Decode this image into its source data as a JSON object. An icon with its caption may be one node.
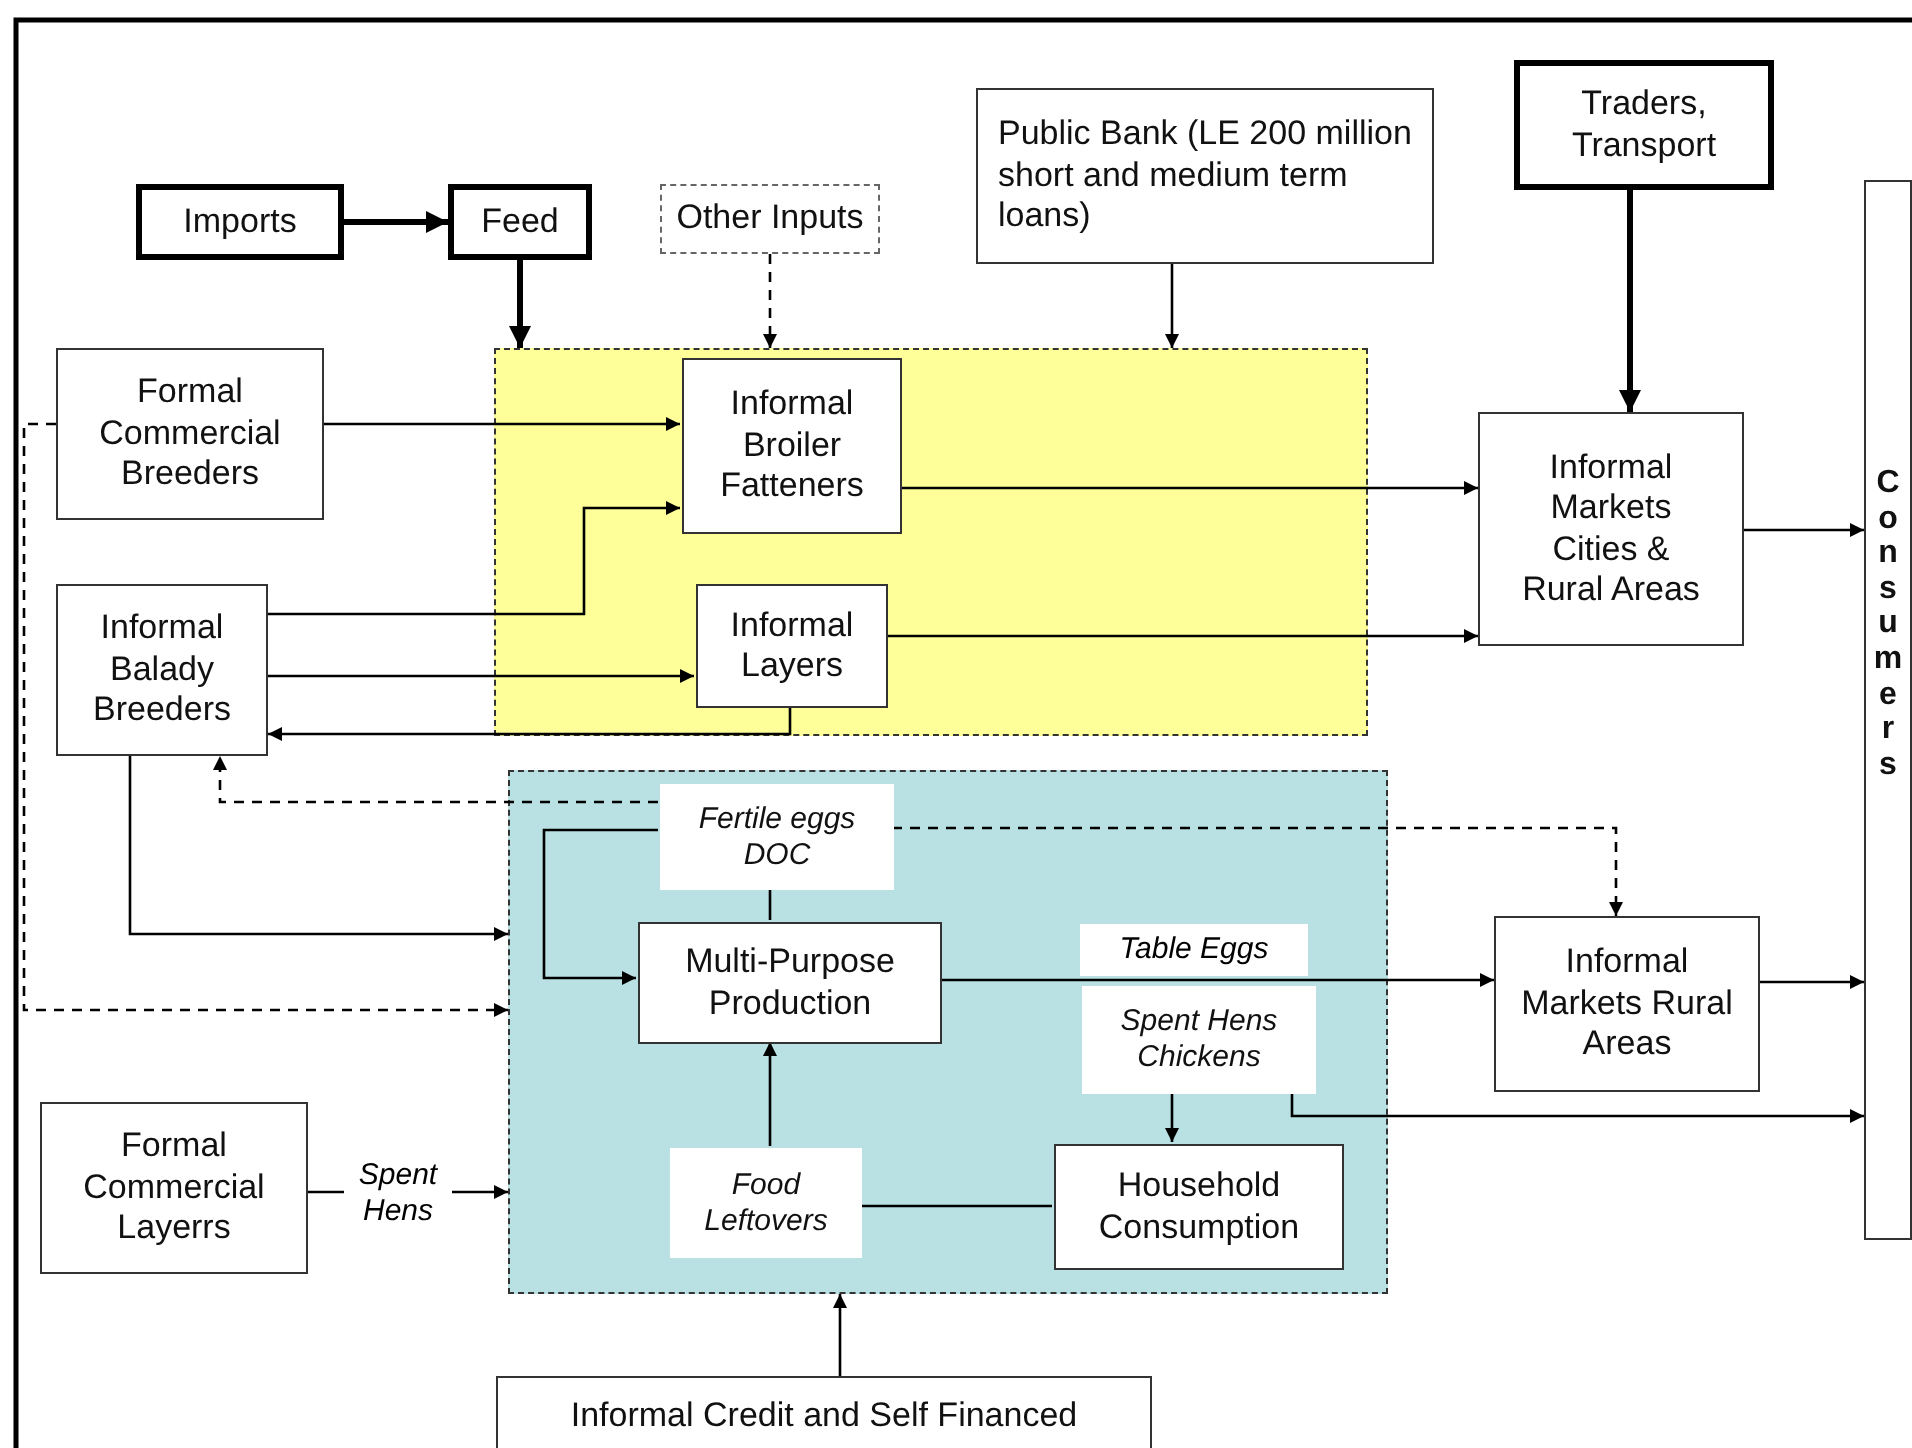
{
  "diagram": {
    "nodes": [
      {
        "text": [
          "Imports"
        ]
      },
      {
        "text": [
          "Feed"
        ]
      },
      {
        "text": [
          "Other Inputs"
        ]
      },
      {
        "text": [
          "Public Bank (LE 200 million short and medium term loans)"
        ]
      },
      {
        "text": [
          "Traders, Transport"
        ]
      },
      {
        "text": [],
        "shape": "box"
      },
      {
        "text": [
          "Formal Commercial Breeders"
        ]
      },
      {
        "text": [
          "Informal Broiler Fatteners"
        ],
        "in": 5
      },
      {
        "text": [
          "Informal Balady Breeders"
        ]
      },
      {
        "text": [
          "Informal Layers"
        ],
        "in": 5
      },
      {
        "text": [
          "Informal Markets Cities & Rural Areas"
        ]
      },
      {
        "text": [
          "Consumers"
        ]
      },
      {
        "text": [],
        "shape": "box"
      },
      {
        "text": [
          "Fertile eggs DOC"
        ],
        "in": 12
      },
      {
        "text": [
          "Multi-Purpose Production"
        ],
        "in": 12
      },
      {
        "text": [
          "Spent Hens Chickens"
        ],
        "in": 12
      },
      {
        "text": [
          "Food Leftovers"
        ],
        "in": 12
      },
      {
        "text": [
          "Household Consumption"
        ],
        "in": 12
      },
      {
        "text": [
          "Informal Markets Rural Areas"
        ]
      },
      {
        "text": [
          "Formal Commercial Layerrs"
        ]
      },
      {
        "text": [
          "Informal Credit and Self Financed"
        ]
      }
    ],
    "edges": [
      {
        "from": 0,
        "to": 1,
        "arrow": "to",
        "style": "thick"
      },
      {
        "from": 1,
        "to": 5,
        "arrow": "to",
        "style": "thick"
      },
      {
        "from": 2,
        "to": 5,
        "arrow": "to",
        "style": "dashed"
      },
      {
        "from": 3,
        "to": 5,
        "arrow": "to"
      },
      {
        "from": 4,
        "to": 10,
        "arrow": "to",
        "style": "thick"
      },
      {
        "from": 6,
        "to": 7,
        "arrow": "to"
      },
      {
        "from": 8,
        "to": 7,
        "arrow": "to"
      },
      {
        "from": 8,
        "to": 9,
        "arrow": "to"
      },
      {
        "from": 9,
        "to": 8,
        "arrow": "to"
      },
      {
        "from": 7,
        "to": 10,
        "arrow": "to"
      },
      {
        "from": 9,
        "to": 10,
        "arrow": "to"
      },
      {
        "from": 10,
        "to": 11,
        "arrow": "to"
      },
      {
        "from": 8,
        "to": 12,
        "arrow": "to"
      },
      {
        "from": 6,
        "to": 12,
        "arrow": "to",
        "style": "dashed"
      },
      {
        "from": 13,
        "to": 8,
        "arrow": "to",
        "style": "dashed"
      },
      {
        "from": 13,
        "to": 18,
        "arrow": "to",
        "style": "dashed"
      },
      {
        "from": 14,
        "to": 13,
        "arrow": "none"
      },
      {
        "from": 13,
        "to": 14,
        "arrow": "to"
      },
      {
        "from": 14,
        "to": 18,
        "arrow": "to",
        "label": "Table Eggs"
      },
      {
        "from": 15,
        "to": 17,
        "arrow": "to"
      },
      {
        "from": 15,
        "to": 11,
        "arrow": "to"
      },
      {
        "from": 16,
        "to": 14,
        "arrow": "to"
      },
      {
        "from": 17,
        "to": 16,
        "arrow": "none"
      },
      {
        "from": 18,
        "to": 11,
        "arrow": "to"
      },
      {
        "from": 19,
        "to": 12,
        "arrow": "to",
        "label": "Spent Hens"
      },
      {
        "from": 20,
        "to": 12,
        "arrow": "to"
      }
    ]
  }
}
